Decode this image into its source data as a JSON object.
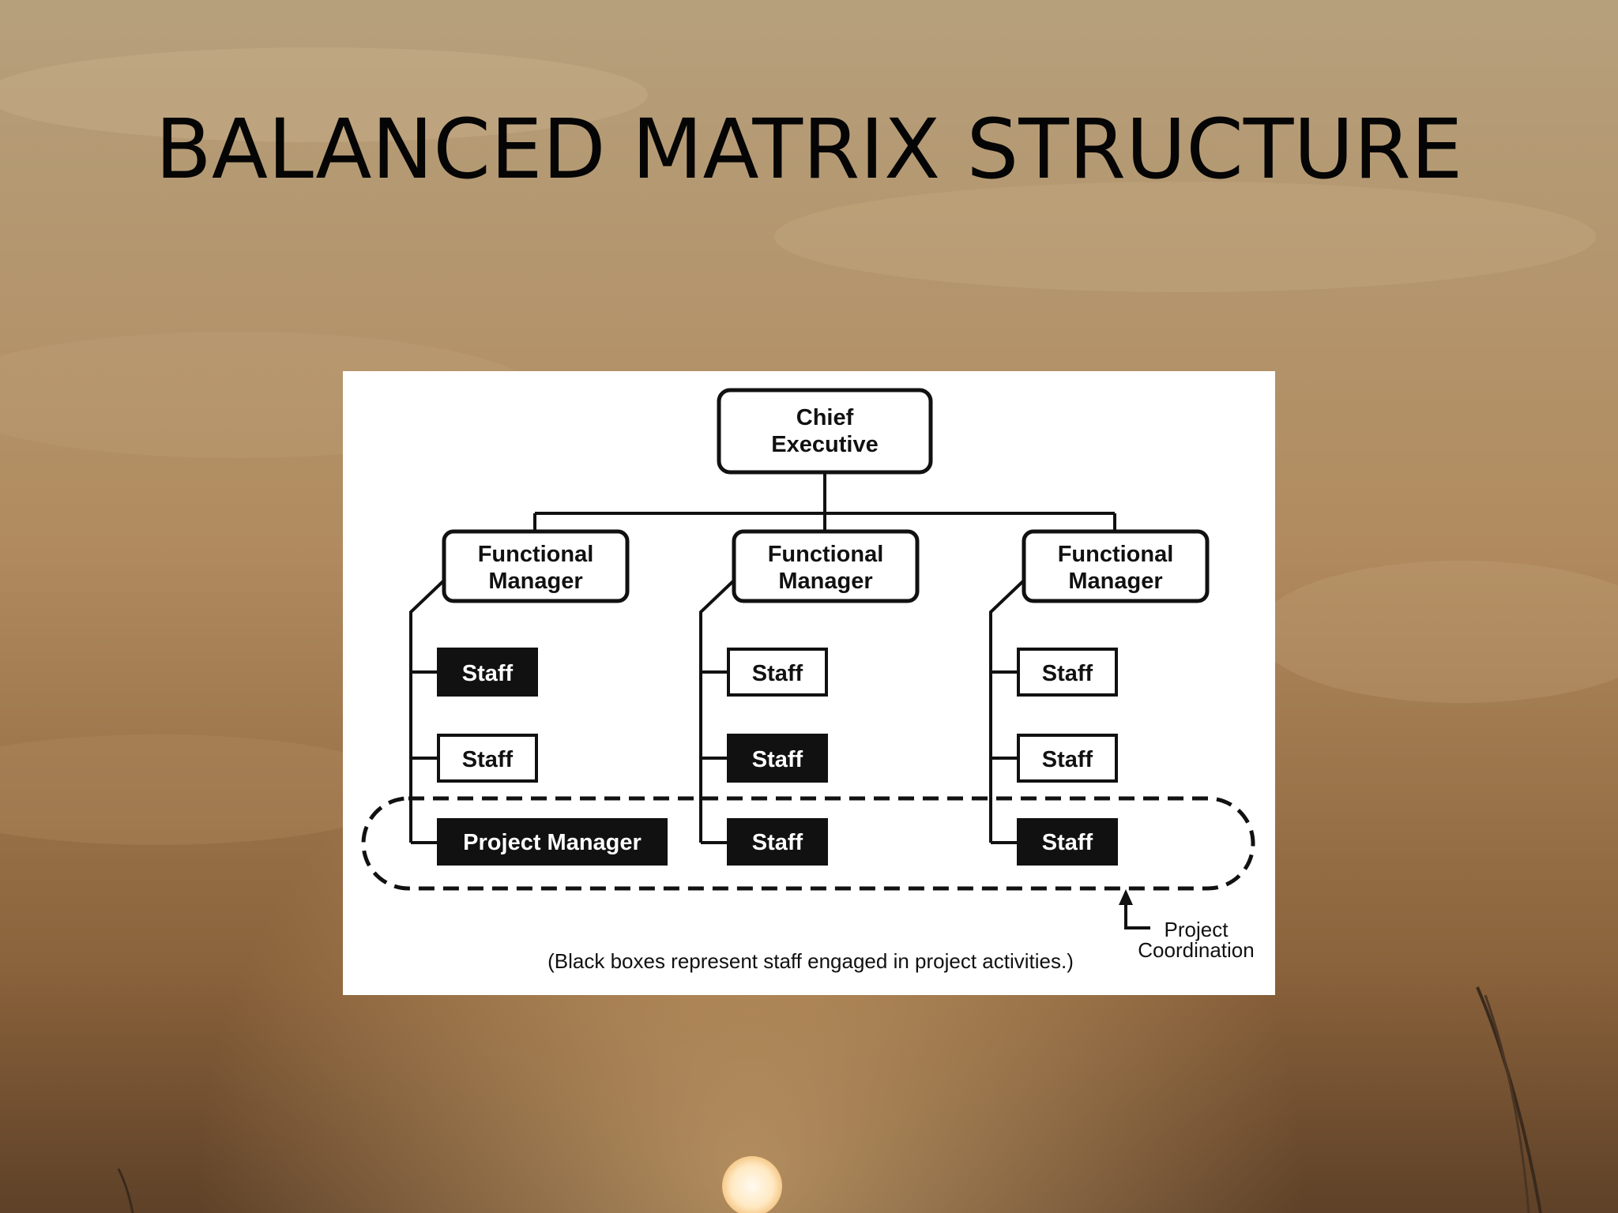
{
  "slide": {
    "title": "BALANCED MATRIX STRUCTURE"
  },
  "diagram": {
    "chief": {
      "line1": "Chief",
      "line2": "Executive"
    },
    "functional_managers": [
      {
        "line1": "Functional",
        "line2": "Manager"
      },
      {
        "line1": "Functional",
        "line2": "Manager"
      },
      {
        "line1": "Functional",
        "line2": "Manager"
      }
    ],
    "columns": [
      {
        "boxes": [
          {
            "label": "Staff",
            "engaged": true
          },
          {
            "label": "Staff",
            "engaged": false
          },
          {
            "label": "Project Manager",
            "engaged": true
          }
        ]
      },
      {
        "boxes": [
          {
            "label": "Staff",
            "engaged": false
          },
          {
            "label": "Staff",
            "engaged": true
          },
          {
            "label": "Staff",
            "engaged": true
          }
        ]
      },
      {
        "boxes": [
          {
            "label": "Staff",
            "engaged": false
          },
          {
            "label": "Staff",
            "engaged": false
          },
          {
            "label": "Staff",
            "engaged": true
          }
        ]
      }
    ],
    "coordination_label": {
      "line1": "Project",
      "line2": "Coordination"
    },
    "footnote": "(Black boxes represent staff engaged in project activities.)"
  },
  "colors": {
    "ink": "#111111",
    "panel": "#ffffff",
    "sky_top": "#b9a07a",
    "sky_mid": "#b08a5f",
    "sky_bottom": "#6e4e30",
    "sun": "#fff3d6"
  }
}
